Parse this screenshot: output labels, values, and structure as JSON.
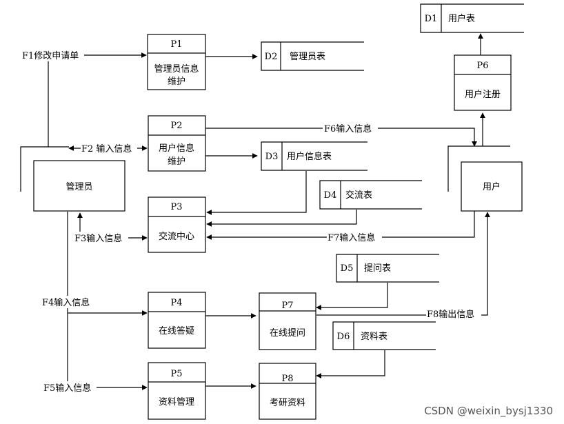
{
  "processes": {
    "p1": {
      "id": "P1",
      "name_line1": "管理员信息",
      "name_line2": "维护"
    },
    "p2": {
      "id": "P2",
      "name_line1": "用户信息",
      "name_line2": "维护"
    },
    "p3": {
      "id": "P3",
      "name_line1": "交流中心"
    },
    "p4": {
      "id": "P4",
      "name_line1": "在线答疑"
    },
    "p5": {
      "id": "P5",
      "name_line1": "资料管理"
    },
    "p6": {
      "id": "P6",
      "name_line1": "用户注册"
    },
    "p7": {
      "id": "P7",
      "name_line1": "在线提问"
    },
    "p8": {
      "id": "P8",
      "name_line1": "考研资料"
    }
  },
  "stores": {
    "d1": {
      "id": "D1",
      "name": "用户表"
    },
    "d2": {
      "id": "D2",
      "name": "管理员表"
    },
    "d3": {
      "id": "D3",
      "name": "用户信息表"
    },
    "d4": {
      "id": "D4",
      "name": "交流表"
    },
    "d5": {
      "id": "D5",
      "name": "提问表"
    },
    "d6": {
      "id": "D6",
      "name": "资料表"
    }
  },
  "entities": {
    "admin": "管理员",
    "user": "用户"
  },
  "flows": {
    "f1": "F1修改申请单",
    "f2": "F2 输入信息",
    "f3": "F3输入信息",
    "f4": "F4输入信息",
    "f5": "F5输入信息",
    "f6": "F6输入信息",
    "f7": "F7输入信息",
    "f8": "F8输出信息"
  },
  "watermark": "CSDN @weixin_bysj1330"
}
